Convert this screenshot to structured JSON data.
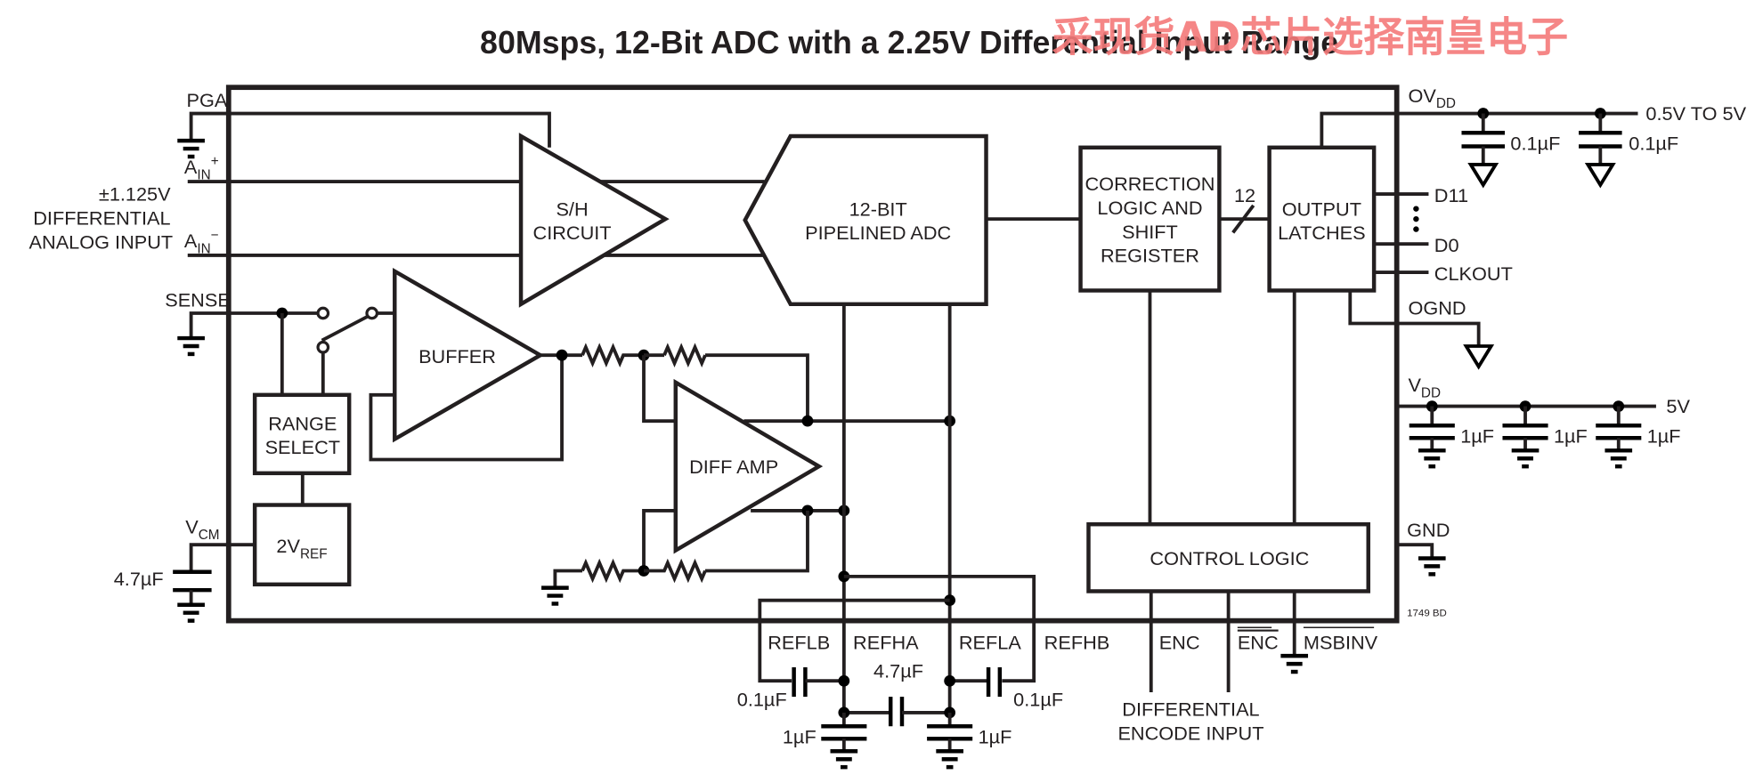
{
  "title": "80Msps, 12-Bit ADC with a 2.25V Differential Input Range",
  "watermark": "采现货AD芯片选择南皇电子",
  "figure_id": "1749 BD",
  "colors": {
    "line": "#231f20",
    "watermark": "#f47a7a",
    "background": "#ffffff"
  },
  "blocks": {
    "sh": [
      "S/H",
      "CIRCUIT"
    ],
    "adc": [
      "12-BIT",
      "PIPELINED ADC"
    ],
    "correction": [
      "CORRECTION",
      "LOGIC AND",
      "SHIFT",
      "REGISTER"
    ],
    "latches": [
      "OUTPUT",
      "LATCHES"
    ],
    "buffer": "BUFFER",
    "range": [
      "RANGE",
      "SELECT"
    ],
    "vref": {
      "main": "2V",
      "sub": "REF"
    },
    "diffamp": "DIFF AMP",
    "control": "CONTROL LOGIC"
  },
  "bus_width": "12",
  "pins_left": {
    "pga": "PGA",
    "ain_plus": {
      "main": "A",
      "sub": "IN",
      "sup": "+"
    },
    "ain_minus": {
      "main": "A",
      "sub": "IN",
      "sup": "−"
    },
    "input_desc": [
      "±1.125V",
      "DIFFERENTIAL",
      "ANALOG INPUT"
    ],
    "sense": "SENSE",
    "vcm": {
      "main": "V",
      "sub": "CM"
    },
    "vcm_cap": "4.7µF"
  },
  "pins_right": {
    "ovdd": {
      "main": "OV",
      "sub": "DD"
    },
    "ovdd_supply": "0.5V TO 5V",
    "ovdd_caps": [
      "0.1µF",
      "0.1µF"
    ],
    "d11": "D11",
    "d0": "D0",
    "clkout": "CLKOUT",
    "ognd": "OGND",
    "vdd": {
      "main": "V",
      "sub": "DD"
    },
    "vdd_supply": "5V",
    "vdd_caps": [
      "1µF",
      "1µF",
      "1µF"
    ],
    "gnd": "GND"
  },
  "pins_bottom": {
    "reflb": "REFLB",
    "refha": "REFHA",
    "refla": "REFLA",
    "refhb": "REFHB",
    "enc": "ENC",
    "enc_bar": "ENC",
    "msbinv": "MSBINV",
    "encode_desc": [
      "DIFFERENTIAL",
      "ENCODE INPUT"
    ],
    "ref_caps": {
      "left_01": "0.1µF",
      "right_01": "0.1µF",
      "mid": "4.7µF",
      "left_1": "1µF",
      "right_1": "1µF"
    }
  }
}
